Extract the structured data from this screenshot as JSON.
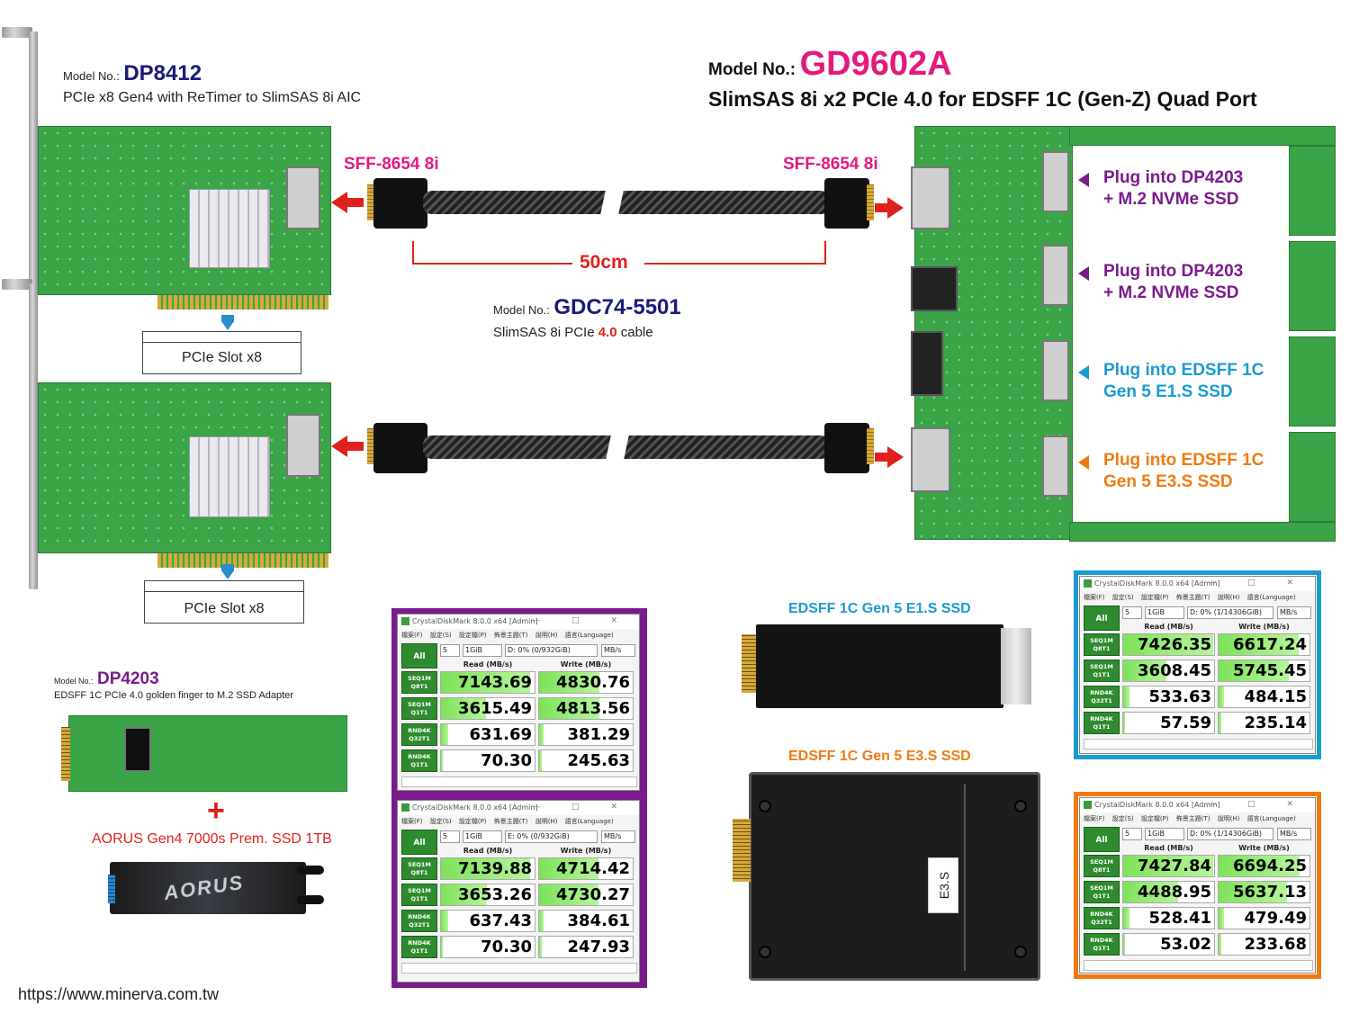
{
  "dp8412": {
    "model_prefix": "Model No.:",
    "model": "DP8412",
    "desc": "PCIe x8 Gen4 with ReTimer to SlimSAS 8i AIC",
    "slot_top": "PCIe Slot x8",
    "slot_bottom": "PCIe Slot x8"
  },
  "gd9602a": {
    "model_prefix": "Model No.:",
    "model": "GD9602A",
    "desc": "SlimSAS 8i x2 PCIe 4.0 for EDSFF 1C (Gen-Z) Quad Port"
  },
  "cable": {
    "left_label": "SFF-8654 8i",
    "right_label": "SFF-8654 8i",
    "length": "50cm",
    "model_prefix": "Model No.:",
    "model": "GDC74-5501",
    "desc_pre": "SlimSAS 8i PCIe ",
    "desc_red": "4.0",
    "desc_post": " cable"
  },
  "ports": [
    {
      "line1": "Plug into DP4203",
      "line2": "+ M.2 NVMe SSD",
      "color": "#7a1b8c"
    },
    {
      "line1": "Plug into DP4203",
      "line2": "+ M.2 NVMe SSD",
      "color": "#7a1b8c"
    },
    {
      "line1": "Plug into EDSFF 1C",
      "line2": "Gen 5 E1.S SSD",
      "color": "#1a9bd0"
    },
    {
      "line1": "Plug into EDSFF 1C",
      "line2": "Gen 5 E3.S SSD",
      "color": "#f07a12"
    }
  ],
  "dp4203": {
    "model_prefix": "Model No.:",
    "model": "DP4203",
    "desc": "EDSFF 1C PCIe 4.0 golden finger to M.2 SSD Adapter",
    "plus": "+",
    "ssd": "AORUS Gen4 7000s Prem. SSD 1TB",
    "ssd_logo": "AORUS"
  },
  "ssd_labels": {
    "e1s": "EDSFF 1C Gen 5 E1.S SSD",
    "e3s": "EDSFF 1C Gen 5 E3.S SSD",
    "e3s_sticker": "E3.S"
  },
  "url": "https://www.minerva.com.tw",
  "cdm_common": {
    "title": "CrystalDiskMark 8.0.0 x64 [Admin]",
    "menu": "檔案(F) 設定(S) 設定檔(P) 佈景主題(T) 說明(H) 語言(Language)",
    "all": "All",
    "count": "5",
    "size": "1GiB",
    "unit": "MB/s",
    "read_hdr": "Read (MB/s)",
    "write_hdr": "Write (MB/s)",
    "rows": [
      {
        "l1": "SEQ1M",
        "l2": "Q8T1"
      },
      {
        "l1": "SEQ1M",
        "l2": "Q1T1"
      },
      {
        "l1": "RND4K",
        "l2": "Q32T1"
      },
      {
        "l1": "RND4K",
        "l2": "Q1T1"
      }
    ],
    "win_controls": "— □ ✕"
  },
  "cdm_windows": [
    {
      "drive": "D: 0% (0/932GiB)",
      "read": [
        "7143.69",
        "3615.49",
        "631.69",
        "70.30"
      ],
      "write": [
        "4830.76",
        "4813.56",
        "381.29",
        "245.63"
      ],
      "read_frac": [
        0.95,
        0.48,
        0.08,
        0.02
      ],
      "write_frac": [
        0.64,
        0.64,
        0.05,
        0.03
      ]
    },
    {
      "drive": "E: 0% (0/932GiB)",
      "read": [
        "7139.88",
        "3653.26",
        "637.43",
        "70.30"
      ],
      "write": [
        "4714.42",
        "4730.27",
        "384.61",
        "247.93"
      ],
      "read_frac": [
        0.95,
        0.49,
        0.08,
        0.02
      ],
      "write_frac": [
        0.63,
        0.63,
        0.05,
        0.03
      ]
    },
    {
      "drive": "D: 0% (1/14306GiB)",
      "read": [
        "7426.35",
        "3608.45",
        "533.63",
        "57.59"
      ],
      "write": [
        "6617.24",
        "5745.45",
        "484.15",
        "235.14"
      ],
      "read_frac": [
        0.99,
        0.48,
        0.07,
        0.02
      ],
      "write_frac": [
        0.88,
        0.77,
        0.06,
        0.03
      ]
    },
    {
      "drive": "D: 0% (1/14306GiB)",
      "read": [
        "7427.84",
        "4488.95",
        "528.41",
        "53.02"
      ],
      "write": [
        "6694.25",
        "5637.13",
        "479.49",
        "233.68"
      ],
      "read_frac": [
        0.99,
        0.6,
        0.07,
        0.02
      ],
      "write_frac": [
        0.89,
        0.75,
        0.06,
        0.03
      ]
    }
  ],
  "colors": {
    "purple_frame": "#7a1b8c",
    "blue_frame": "#1a9bd0",
    "orange_frame": "#f07a12",
    "pink": "#e4197e",
    "red": "#e0211b"
  }
}
